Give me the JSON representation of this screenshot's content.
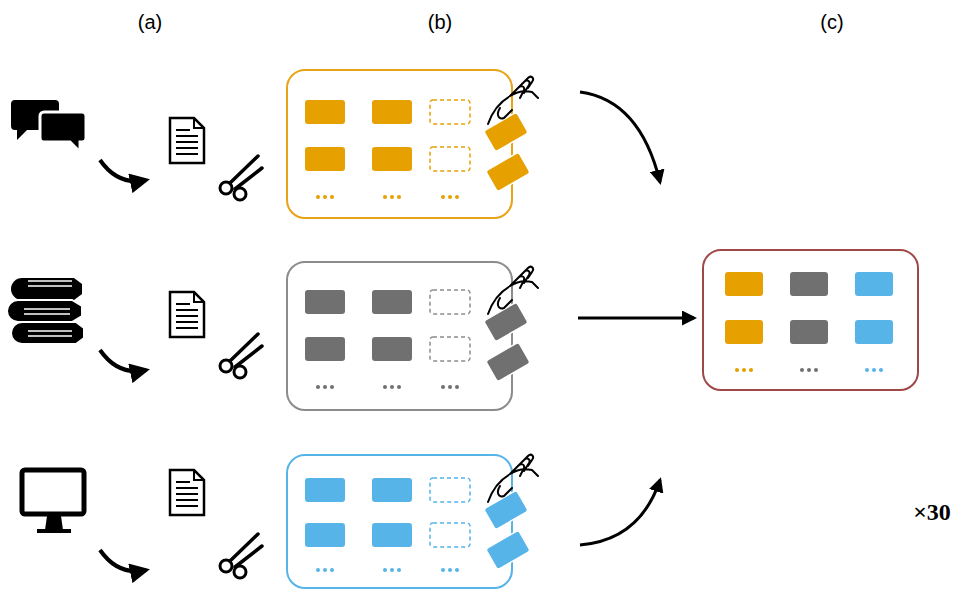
{
  "diagram": {
    "labels": [
      "(a)",
      "(b)",
      "(c)",
      "×30"
    ]
  }
}
